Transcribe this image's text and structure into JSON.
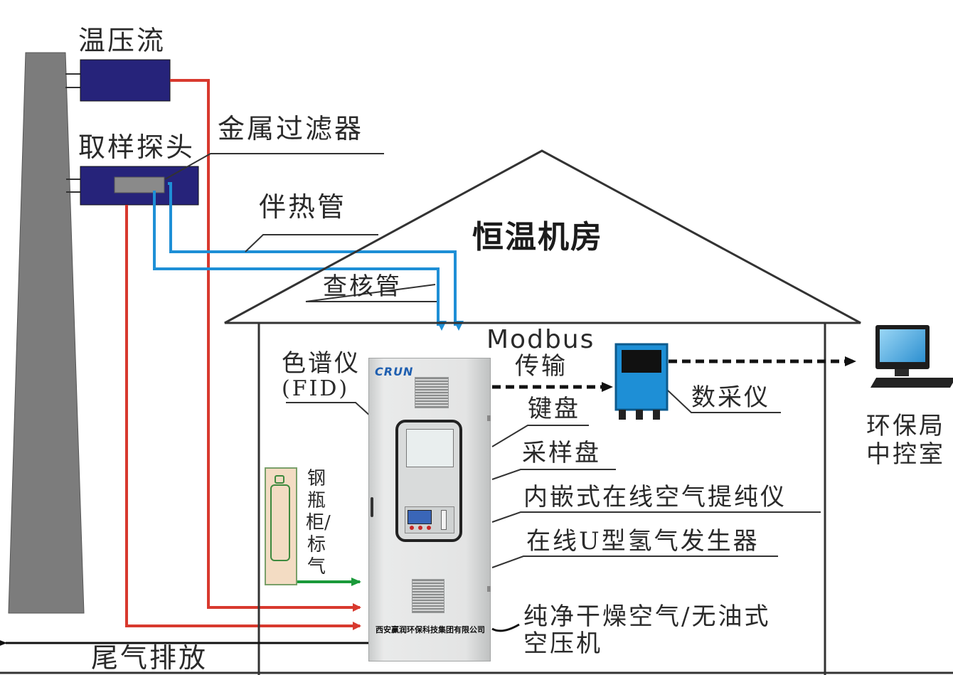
{
  "labels": {
    "temp_pressure_flow": "温压流",
    "sampling_probe": "取样探头",
    "metal_filter": "金属过滤器",
    "heat_trace_tube": "伴热管",
    "check_tube": "查核管",
    "constant_temp_room": "恒温机房",
    "modbus": "Modbus",
    "transmission": "传输",
    "chromatograph_line1": "色谱仪",
    "chromatograph_line2": "(FID)",
    "keyboard": "键盘",
    "sampling_panel": "采样盘",
    "air_purifier": "内嵌式在线空气提纯仪",
    "hydrogen_generator": "在线U型氢气发生器",
    "compressor_line1": "纯净干燥空气/无油式",
    "compressor_line2": "空压机",
    "data_acquisition": "数采仪",
    "epb_line1": "环保局",
    "epb_line2": "中控室",
    "cylinder_cabinet": "钢瓶柜/标气",
    "exhaust": "尾气排放"
  },
  "cabinet": {
    "logo": "CRUN",
    "company": "西安赢润环保科技集团有限公司"
  },
  "colors": {
    "sample_line": "#d8392e",
    "heat_trace": "#1e8fd6",
    "data_line": "#111111",
    "gas_line": "#1a9a3a",
    "probe_box": "#26237a",
    "acquisition_device": "#1e8fd6",
    "chimney": "#7c7c7c"
  },
  "icons": [
    "computer-icon",
    "data-acquisition-device-icon",
    "analyzer-cabinet-icon",
    "gas-cylinder-icon"
  ]
}
